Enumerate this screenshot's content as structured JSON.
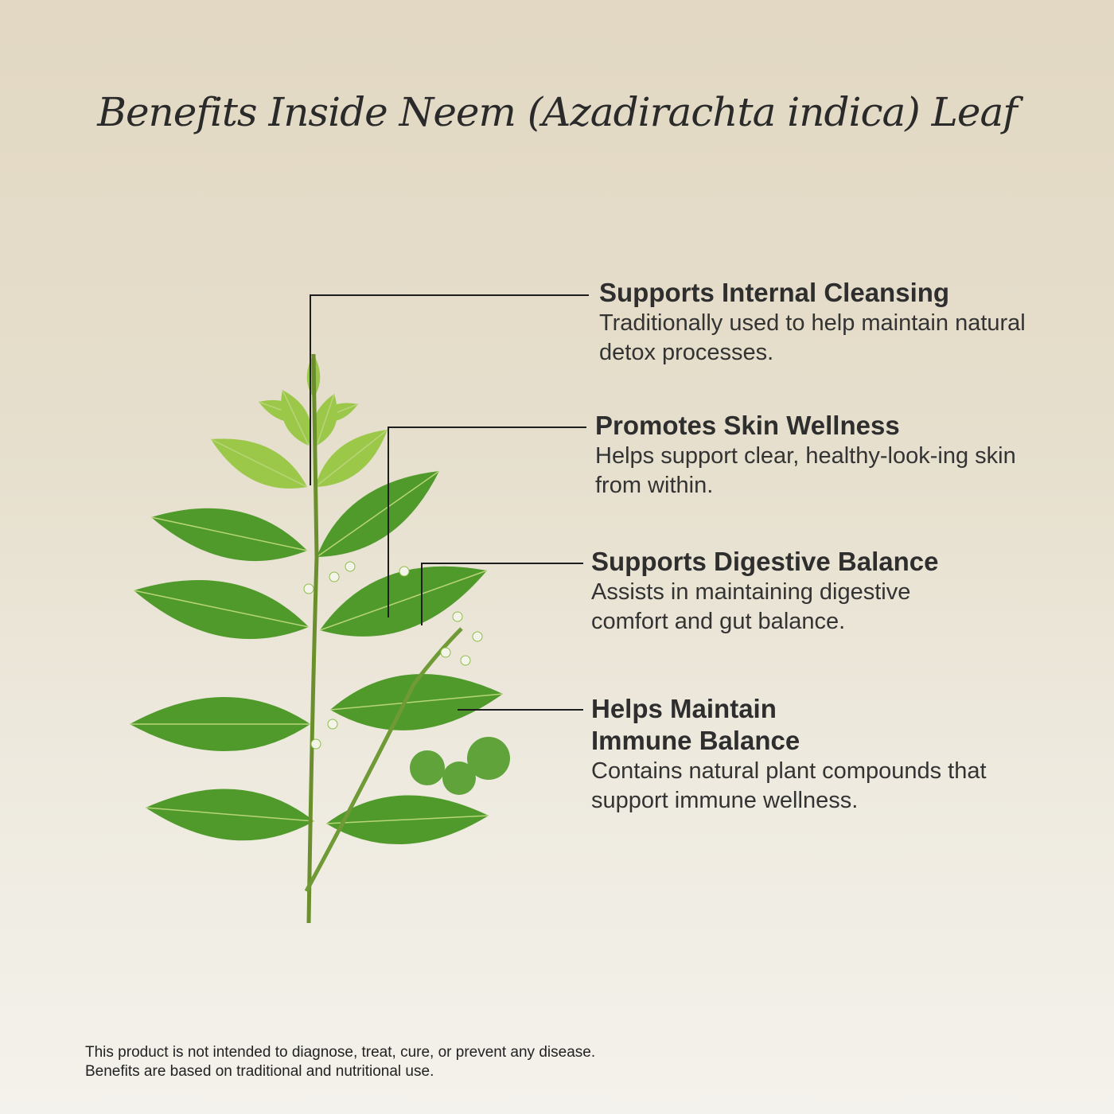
{
  "title": "Benefits Inside Neem (Azadirachta indica) Leaf",
  "benefits": [
    {
      "heading": "Supports Internal Cleansing",
      "body": "Traditionally used to help maintain natural detox processes."
    },
    {
      "heading": "Promotes Skin Wellness",
      "body": "Helps support clear, healthy-look-ing skin from within."
    },
    {
      "heading": "Supports Digestive Balance",
      "body": "Assists in maintaining digestive comfort and gut balance."
    },
    {
      "heading": "Helps Maintain Immune Balance",
      "body": "Contains natural plant compounds that support immune wellness."
    }
  ],
  "disclaimer": {
    "line1": "This product is not intended to diagnose, treat, cure, or prevent any disease.",
    "line2": "Benefits are based on traditional and nutritional use."
  },
  "colors": {
    "leaf": "#4f9a2a",
    "leaf_light": "#9cc84a",
    "fruit": "#5fa33a",
    "line": "#1e1e1e"
  }
}
